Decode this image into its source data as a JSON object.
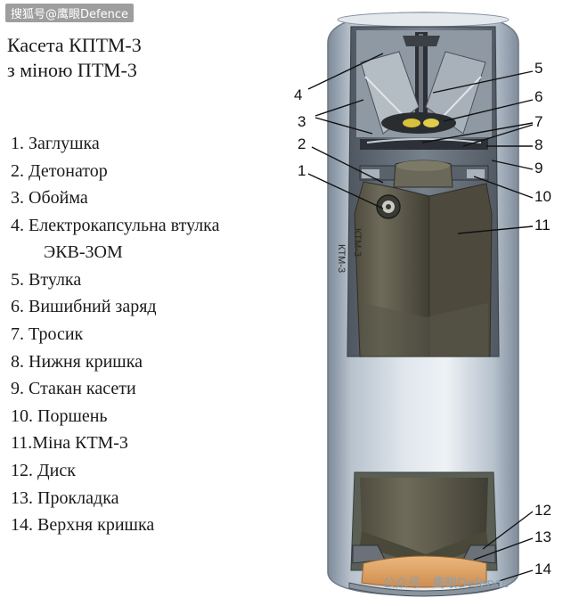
{
  "watermark_top": "搜狐号@鹰眼Defence",
  "watermark_bottom": "公众号 · 鹰眼Defence",
  "title_line1": "Касета КПТМ-3",
  "title_line2": "з міною  ПТМ-3",
  "legend": [
    {
      "num": "1.",
      "text": "Заглушка"
    },
    {
      "num": "2.",
      "text": "Детонатор"
    },
    {
      "num": "3.",
      "text": "Обойма"
    },
    {
      "num": "4.",
      "text": "Електрокапсульна втулка",
      "continuation": "ЭКВ-3ОМ"
    },
    {
      "num": "5.",
      "text": "Втулка"
    },
    {
      "num": "6.",
      "text": "Вишибний заряд"
    },
    {
      "num": "7.",
      "text": "Тросик"
    },
    {
      "num": "8.",
      "text": "Нижня кришка"
    },
    {
      "num": "9.",
      "text": "Стакан касети"
    },
    {
      "num": "10.",
      "text": "Поршень"
    },
    {
      "num": "11.",
      "text": "Міна КТМ-3"
    },
    {
      "num": "12.",
      "text": "Диск"
    },
    {
      "num": "13.",
      "text": "Прокладка"
    },
    {
      "num": "14.",
      "text": "Верхня кришка"
    }
  ],
  "callouts": {
    "c1": "1",
    "c2": "2",
    "c3": "3",
    "c4": "4",
    "c5": "5",
    "c6": "6",
    "c7": "7",
    "c8": "8",
    "c9": "9",
    "c10": "10",
    "c11": "11",
    "c12": "12",
    "c13": "13",
    "c14": "14"
  },
  "mine_marking": "КТМ-3",
  "colors": {
    "casing": "#c9d3dd",
    "casing_shadow": "#8c99a6",
    "mine_body": "#5e5b4c",
    "gasket": "#e2a869",
    "explosive_charge": "#d8c13a"
  }
}
